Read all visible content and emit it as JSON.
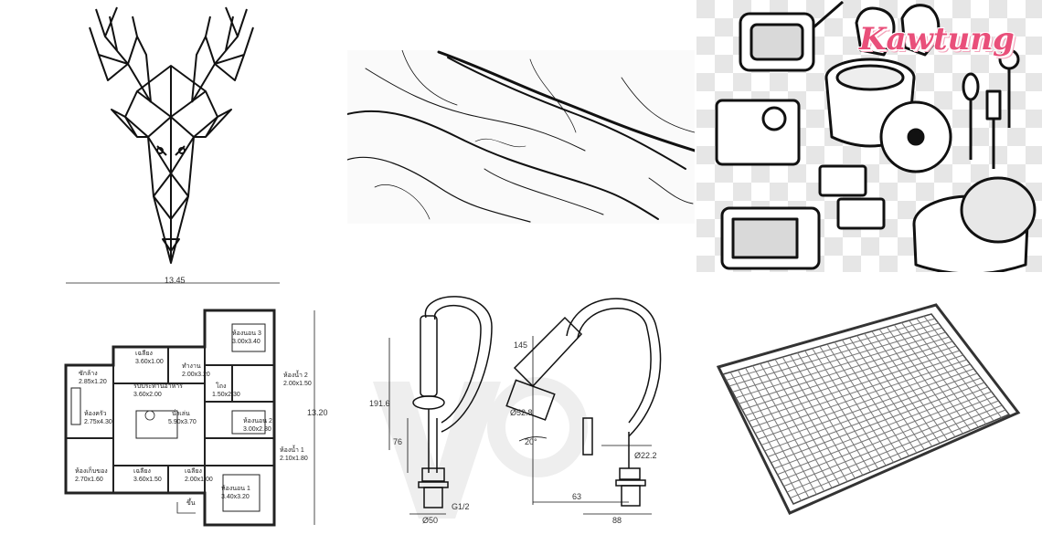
{
  "tiles": {
    "deer": {},
    "marble": {},
    "kitchen": {
      "brand": "Kawtung"
    },
    "floorplan": {
      "width_dim": "13.45",
      "height_dim": "13.20",
      "rooms": [
        {
          "name": "ห้องนอน 3",
          "size": "3.00x3.40"
        },
        {
          "name": "เฉลียง",
          "size": "3.60x1.00"
        },
        {
          "name": "ทำงาน",
          "size": "2.00x3.20"
        },
        {
          "name": "ซักล้าง",
          "size": "2.85x1.20"
        },
        {
          "name": "รับประทานอาหาร",
          "size": "3.60x2.00"
        },
        {
          "name": "โถง",
          "size": "1.50x2.30"
        },
        {
          "name": "ห้องน้ำ 2",
          "size": "2.00x1.50"
        },
        {
          "name": "ห้องครัว",
          "size": "2.75x4.30"
        },
        {
          "name": "นั่งเล่น",
          "size": "5.90x3.70"
        },
        {
          "name": "ห้องนอน 2",
          "size": "3.00x2.80"
        },
        {
          "name": "ห้องน้ำ 1",
          "size": "2.10x1.80"
        },
        {
          "name": "ห้องเก็บของ",
          "size": "2.70x1.60"
        },
        {
          "name": "เฉลียง",
          "size": "3.60x1.50"
        },
        {
          "name": "เฉลียง",
          "size": "2.00x1.00"
        },
        {
          "name": "ห้องนอน 1",
          "size": "3.40x3.20"
        }
      ],
      "stairs": "ขึ้น"
    },
    "faucet": {
      "dims": {
        "d1": "191.6",
        "d2": "76",
        "d3": "145",
        "d4": "Ø52.8",
        "d5": "20°",
        "d6": "Ø22.2",
        "d7": "G1/2",
        "d8": "Ø50",
        "d9": "63",
        "d10": "88"
      }
    },
    "grid": {}
  }
}
